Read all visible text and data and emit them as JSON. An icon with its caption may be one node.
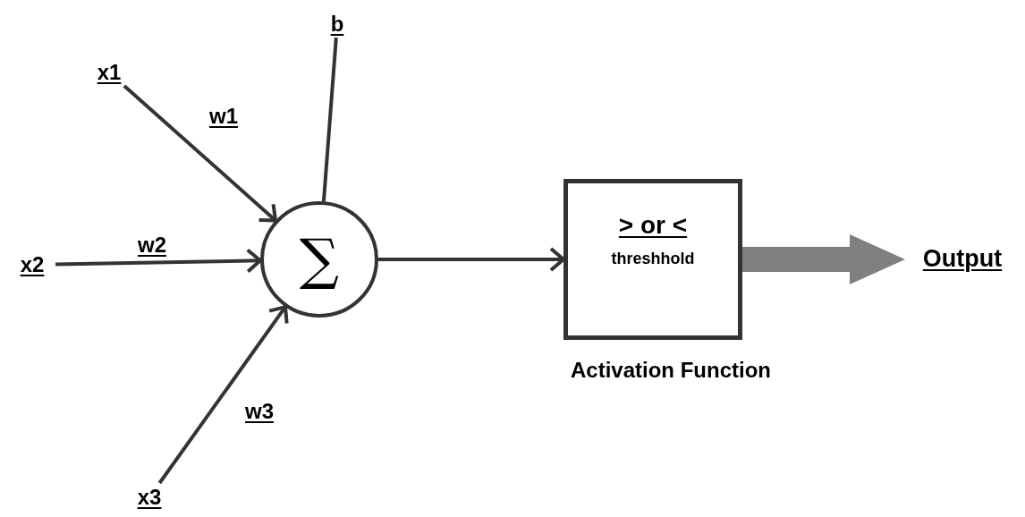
{
  "diagram": {
    "nodes": [
      {
        "text": [
          "x1"
        ]
      },
      {
        "text": [
          "b"
        ]
      },
      {
        "text": [
          "x2"
        ]
      },
      {
        "text": [
          "x3"
        ]
      },
      {
        "text": [
          "∑"
        ]
      },
      {
        "text": [
          "> or <",
          "threshhold"
        ],
        "beside": [
          "Activation Function"
        ]
      },
      {
        "text": [
          "Output"
        ]
      }
    ],
    "edges": [
      {
        "from": 0,
        "to": 4,
        "arrow": "to",
        "label": "w1"
      },
      {
        "from": 1,
        "to": 4,
        "arrow": "none"
      },
      {
        "from": 2,
        "to": 4,
        "arrow": "to",
        "label": "w2"
      },
      {
        "from": 3,
        "to": 4,
        "arrow": "to",
        "label": "w3"
      },
      {
        "from": 4,
        "to": 5,
        "arrow": "to"
      },
      {
        "from": 5,
        "to": 6,
        "arrow": "to",
        "style": "thick",
        "color": "#808080"
      }
    ]
  }
}
